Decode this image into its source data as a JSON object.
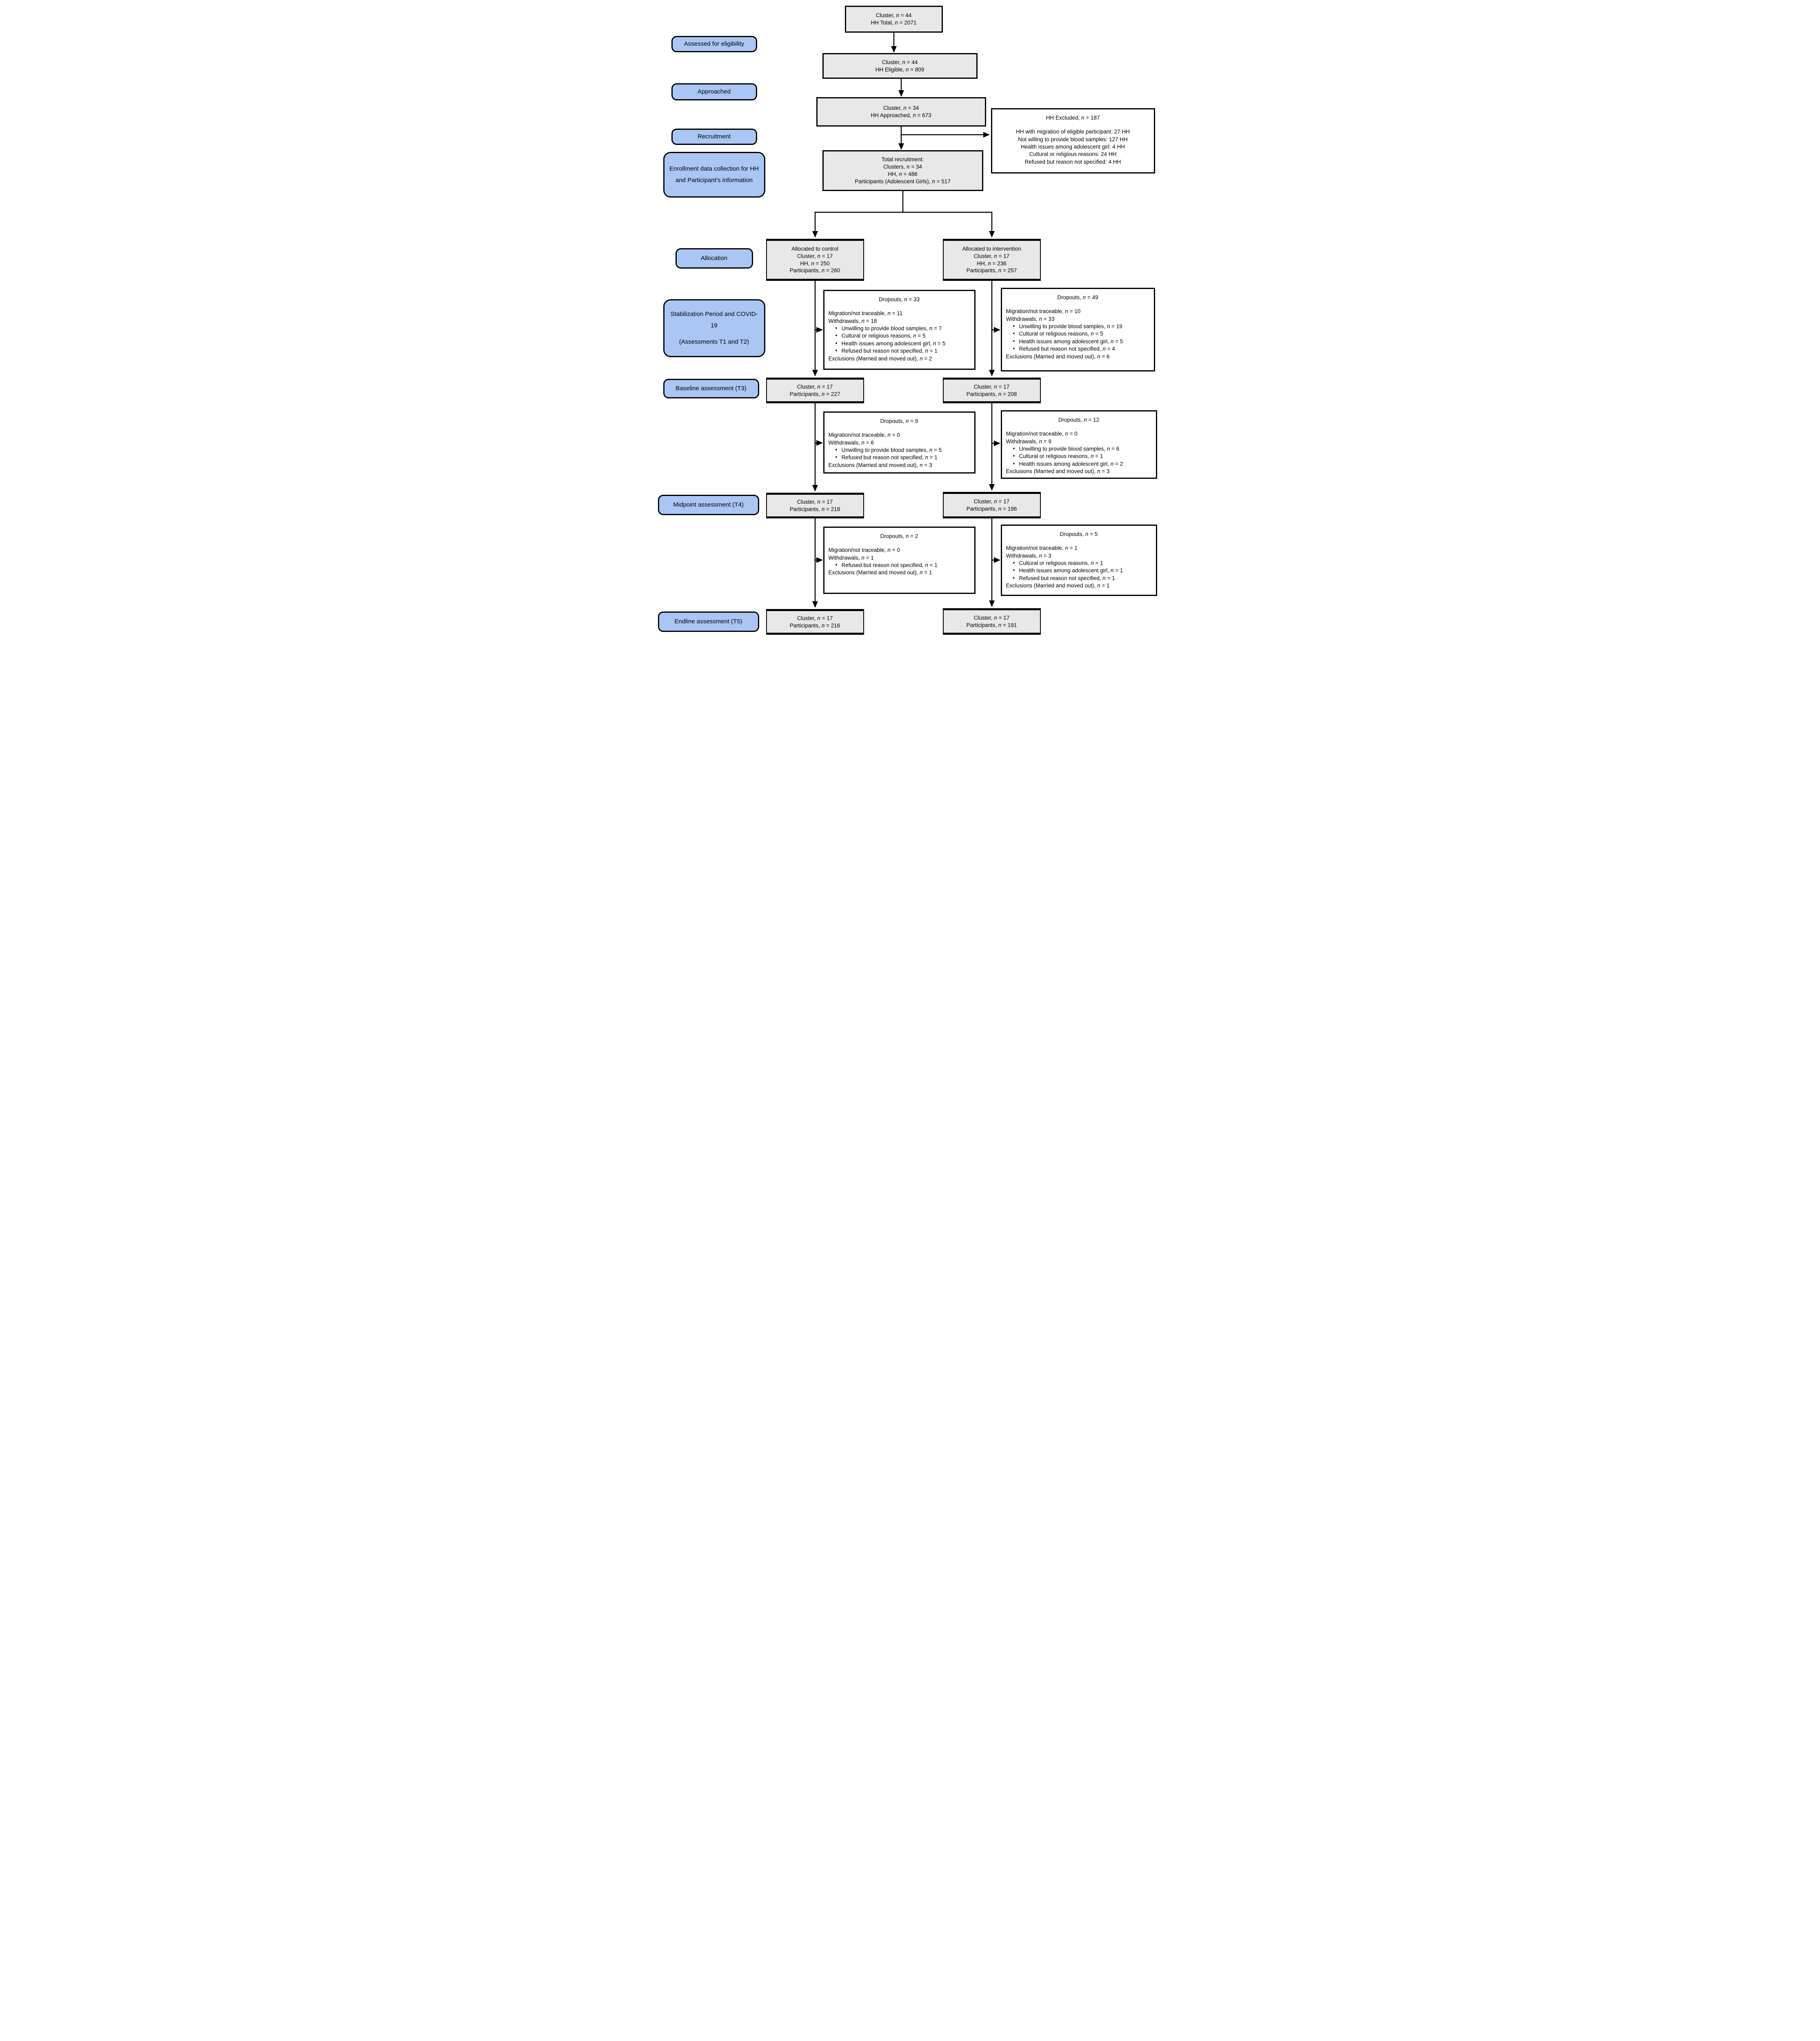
{
  "palette": {
    "stage_fill": "#a9c6f4",
    "box_fill": "#e8e8e8",
    "detail_fill": "#ffffff",
    "border": "#000000"
  },
  "stages": {
    "eligibility": "Assessed for eligibility",
    "approached": "Approached",
    "recruitment": "Recruitment",
    "enrollment": "Enrollment data collection for HH and Participant’s information",
    "allocation": "Allocation",
    "stabilization_line1": "Stabilization Period and COVID-19",
    "stabilization_line2": "(Assessments T1 and T2)",
    "baseline": "Baseline assessment (T3)",
    "midpoint": "Midpoint assessment (T4)",
    "endline": "Endline assessment (T5)"
  },
  "assessed": {
    "line1": "Cluster, n = 44",
    "line2": "HH Total, n = 2071"
  },
  "eligible": {
    "line1": "Cluster, n = 44",
    "line2": "HH Eligible, n = 809"
  },
  "approached": {
    "line1": "Cluster, n = 34",
    "line2": "HH Approached, n = 673"
  },
  "excluded": {
    "title": "HH Excluded, n = 187",
    "lines": [
      "HH with migration of eligible participant: 27 HH",
      "Not willing to provide blood samples: 127 HH",
      "Health issues among adolescent girl: 4 HH",
      "Cultural or religious reasons: 24 HH",
      "Refused but reason not specified: 4 HH"
    ]
  },
  "recruitment": {
    "line1": "Total recruitment:",
    "line2": "Clusters, n = 34",
    "line3": "HH, n = 486",
    "line4": "Participants (Adolescent Girls), n = 517"
  },
  "allocated_control": {
    "line1": "Allocated to control",
    "line2": "Cluster, n = 17",
    "line3": "HH, n = 250",
    "line4": "Participants, n = 260"
  },
  "allocated_intervention": {
    "line1": "Allocated to intervention",
    "line2": "Cluster, n = 17",
    "line3": "HH, n = 236",
    "line4": "Participants, n = 257"
  },
  "dropouts_t12_control": {
    "title": "Dropouts, n = 33",
    "migration": "Migration/not traceable, n = 11",
    "withdrawals": "Withdrawals, n = 18",
    "bullets": [
      "Unwilling to provide blood samples, n = 7",
      "Cultural or religious reasons, n = 5",
      "Health issues among adolescent girl, n = 5",
      "Refused but reason not specified, n = 1"
    ],
    "exclusions": "Exclusions (Married and moved out), n = 2"
  },
  "dropouts_t12_intervention": {
    "title": "Dropouts, n = 49",
    "migration": "Migration/not traceable, n = 10",
    "withdrawals": "Withdrawals, n = 33",
    "bullets": [
      "Unwilling to provide blood samples, n = 19",
      "Cultural or religious reasons, n = 5",
      "Health issues among adolescent girl, n = 5",
      "Refused but reason not specified, n = 4"
    ],
    "exclusions": "Exclusions (Married and moved out), n = 6"
  },
  "baseline_control": {
    "line1": "Cluster, n = 17",
    "line2": "Participants, n = 227"
  },
  "baseline_intervention": {
    "line1": "Cluster, n = 17",
    "line2": "Participants, n = 208"
  },
  "dropouts_t34_control": {
    "title": "Dropouts, n = 9",
    "migration": "Migration/not traceable, n = 0",
    "withdrawals": "Withdrawals, n = 6",
    "bullets": [
      "Unwilling to provide blood samples, n = 5",
      "Refused but reason not specified, n = 1"
    ],
    "exclusions": "Exclusions (Married and moved out), n = 3"
  },
  "dropouts_t34_intervention": {
    "title": "Dropouts, n = 12",
    "migration": "Migration/not traceable, n = 0",
    "withdrawals": "Withdrawals, n = 9",
    "bullets": [
      "Unwilling to provide blood samples, n = 6",
      "Cultural or religious reasons, n = 1",
      "Health issues among adolescent girl, n = 2"
    ],
    "exclusions": "Exclusions (Married and moved out), n = 3"
  },
  "midpoint_control": {
    "line1": "Cluster, n = 17",
    "line2": "Participants, n = 218"
  },
  "midpoint_intervention": {
    "line1": "Cluster, n = 17",
    "line2": "Participants, n = 196"
  },
  "dropouts_t45_control": {
    "title": "Dropouts, n = 2",
    "migration": "Migration/not traceable, n = 0",
    "withdrawals": "Withdrawals, n = 1",
    "bullets": [
      "Refused but reason not specified, n = 1"
    ],
    "exclusions": "Exclusions (Married and moved out), n = 1"
  },
  "dropouts_t45_intervention": {
    "title": "Dropouts, n = 5",
    "migration": "Migration/not traceable, n = 1",
    "withdrawals": "Withdrawals, n = 3",
    "bullets": [
      "Cultural or religious reasons, n = 1",
      "Health issues among adolescent girl, n = 1",
      "Refused but reason not specified, n = 1"
    ],
    "exclusions": "Exclusions (Married and moved out), n = 1"
  },
  "endline_control": {
    "line1": "Cluster, n = 17",
    "line2": "Participants, n = 216"
  },
  "endline_intervention": {
    "line1": "Cluster, n = 17",
    "line2": "Participants, n = 191"
  }
}
